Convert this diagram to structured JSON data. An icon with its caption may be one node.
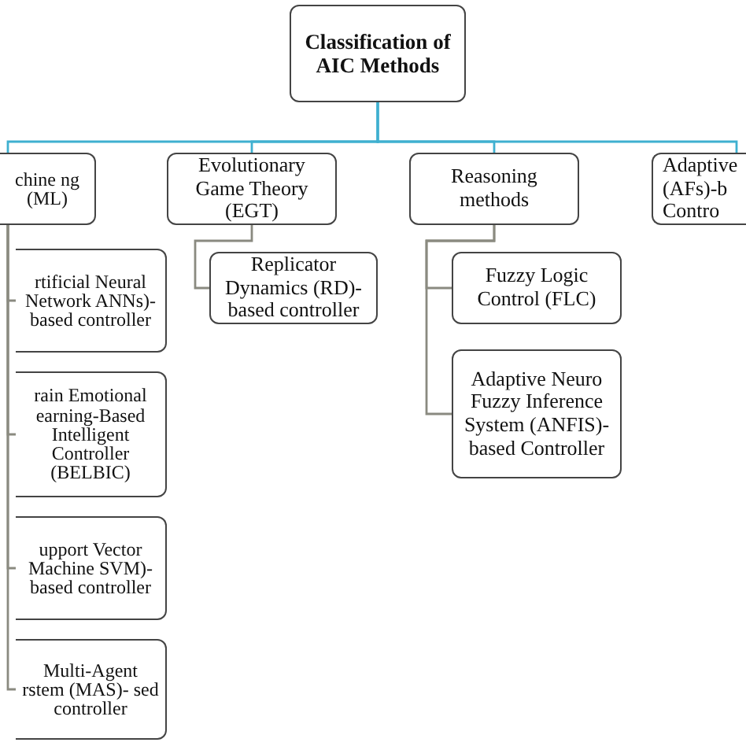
{
  "diagram": {
    "nodes": [
      {
        "text": [
          "Classification of AIC Methods"
        ]
      },
      {
        "text": [
          "chine ng (ML)"
        ]
      },
      {
        "text": [
          "Evolutionary Game Theory (EGT)"
        ]
      },
      {
        "text": [
          "Reasoning methods"
        ]
      },
      {
        "text": [
          "Adaptive (AFs)-b Contro"
        ]
      },
      {
        "text": [
          "rtificial Neural Network ANNs)-based controller"
        ]
      },
      {
        "text": [
          "rain Emotional earning-Based Intelligent Controller (BELBIC)"
        ]
      },
      {
        "text": [
          "upport Vector Machine SVM)- based controller"
        ]
      },
      {
        "text": [
          "Multi-Agent rstem (MAS)- sed controller"
        ]
      },
      {
        "text": [
          "Replicator Dynamics (RD)- based controller"
        ]
      },
      {
        "text": [
          "Fuzzy Logic Control (FLC)"
        ]
      },
      {
        "text": [
          "Adaptive Neuro Fuzzy Inference System (ANFIS)-based Controller"
        ]
      }
    ],
    "edges": [
      {
        "from": 0,
        "to": 1,
        "arrow": "none",
        "color": "#3fb0d0"
      },
      {
        "from": 0,
        "to": 2,
        "arrow": "none",
        "color": "#3fb0d0"
      },
      {
        "from": 0,
        "to": 3,
        "arrow": "none",
        "color": "#3fb0d0"
      },
      {
        "from": 0,
        "to": 4,
        "arrow": "none",
        "color": "#3fb0d0"
      },
      {
        "from": 1,
        "to": 5,
        "arrow": "none"
      },
      {
        "from": 1,
        "to": 6,
        "arrow": "none"
      },
      {
        "from": 1,
        "to": 7,
        "arrow": "none"
      },
      {
        "from": 1,
        "to": 8,
        "arrow": "none"
      },
      {
        "from": 2,
        "to": 9,
        "arrow": "none"
      },
      {
        "from": 3,
        "to": 10,
        "arrow": "none"
      },
      {
        "from": 3,
        "to": 11,
        "arrow": "none"
      }
    ]
  }
}
